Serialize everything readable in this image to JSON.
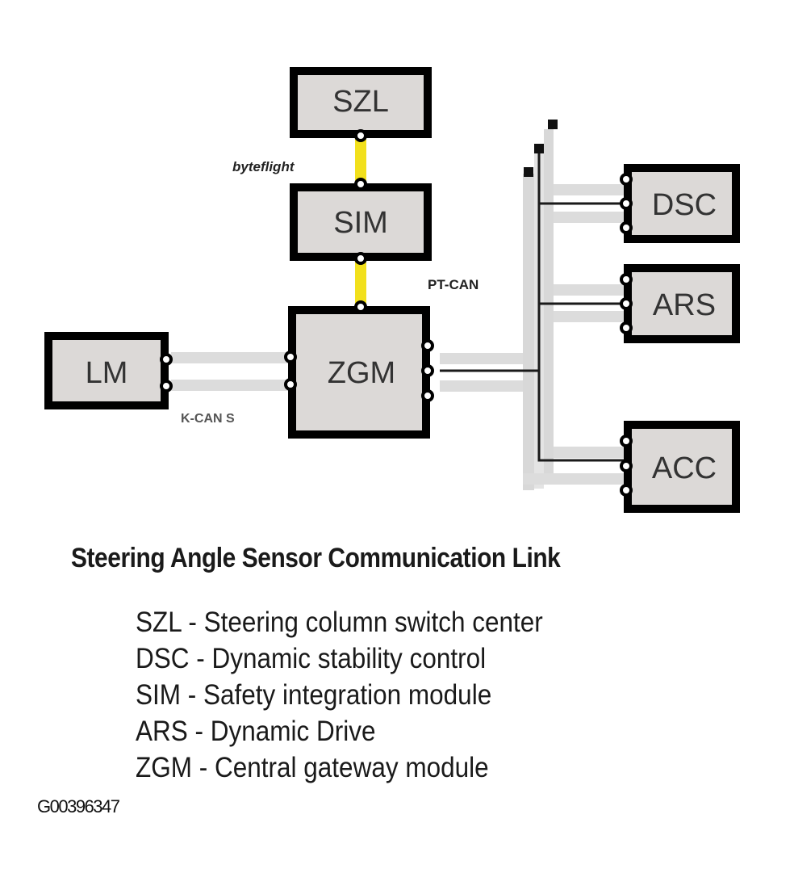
{
  "diagram": {
    "modules": {
      "szl": "SZL",
      "sim": "SIM",
      "zgm": "ZGM",
      "lm": "LM",
      "dsc": "DSC",
      "ars": "ARS",
      "acc": "ACC"
    },
    "bus_labels": {
      "byteflight": "byteflight",
      "pt_can": "PT-CAN",
      "k_can_s": "K-CAN S"
    },
    "colors": {
      "box_fill": "#dcd9d7",
      "box_border": "#000000",
      "byteflight_link": "#f2e01c",
      "can_bus": "#d8d8d8",
      "wire": "#1a1a1a"
    }
  },
  "title": "Steering Angle Sensor Communication Link",
  "legend": [
    "SZL - Steering column switch center",
    "DSC - Dynamic stability control",
    "SIM - Safety integration module",
    "ARS - Dynamic Drive",
    "ZGM - Central gateway module"
  ],
  "figure_id": "G00396347"
}
